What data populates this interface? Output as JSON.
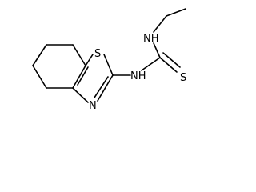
{
  "molecule": {
    "atoms": {
      "s_ring": "S",
      "n_ring": "N",
      "nh_ethyl": "NH",
      "nh_ring": "NH",
      "s_thione": "S"
    }
  },
  "colors": {
    "bond": "#000000",
    "background": "#ffffff"
  }
}
